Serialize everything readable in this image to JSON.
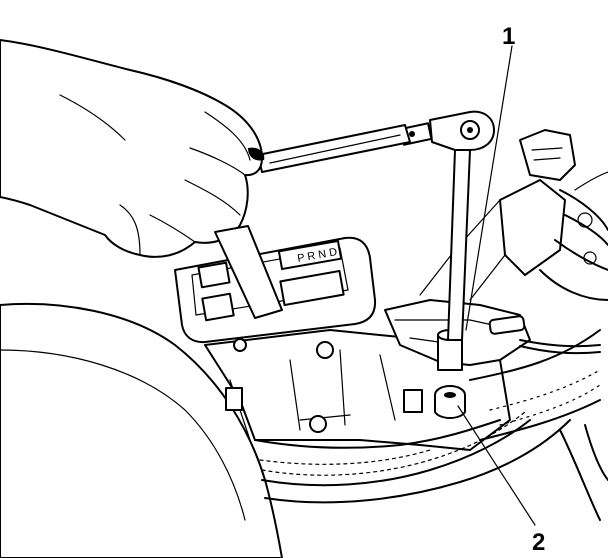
{
  "callouts": [
    {
      "id": "callout-1",
      "label": "1"
    },
    {
      "id": "callout-2",
      "label": "2"
    }
  ],
  "colors": {
    "ink": "#000000",
    "paper": "#ffffff"
  }
}
